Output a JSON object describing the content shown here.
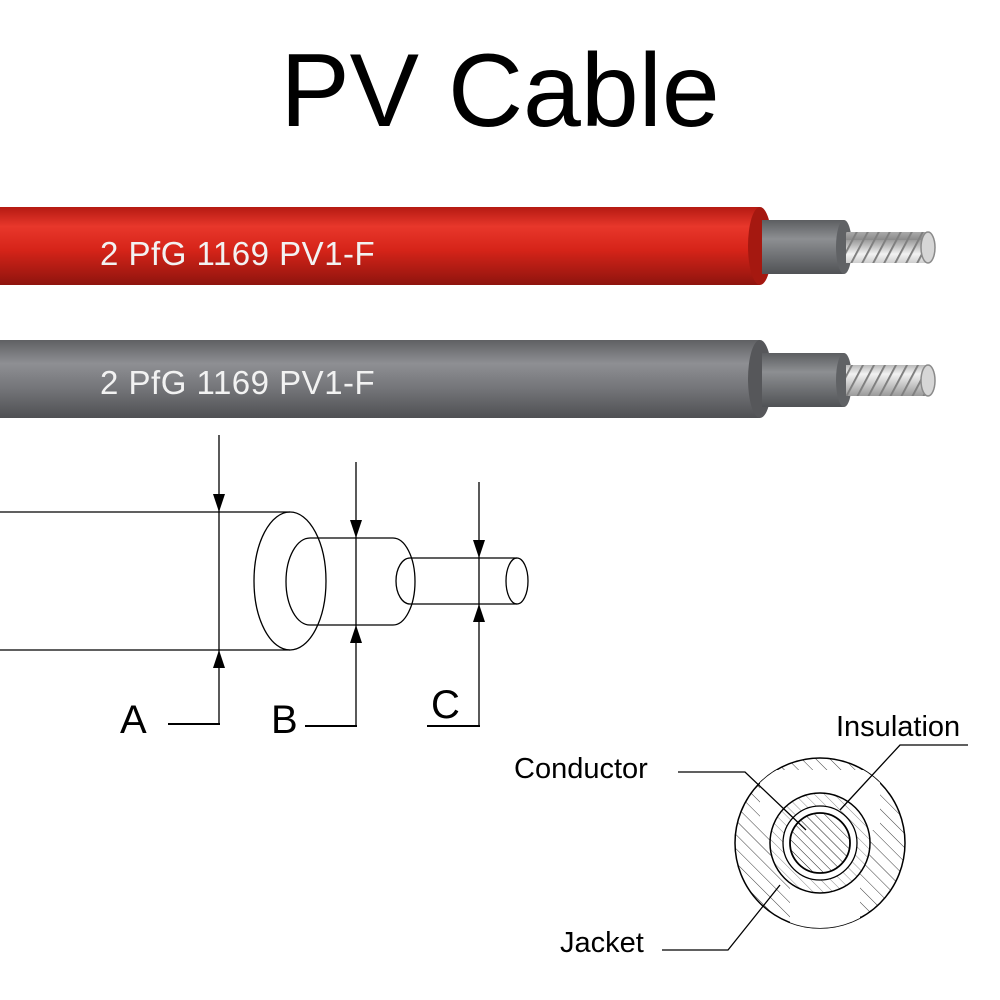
{
  "title": "PV Cable",
  "cables": [
    {
      "id": "red",
      "print": "2 PfG 1169 PV1-F",
      "jacket_color": "#d9261c"
    },
    {
      "id": "gray",
      "print": "2 PfG 1169 PV1-F",
      "jacket_color": "#7a7b7e"
    }
  ],
  "dimensions": {
    "a": "A",
    "b": "B",
    "c": "C"
  },
  "cross_section": {
    "insulation": "Insulation",
    "conductor": "Conductor",
    "jacket": "Jacket"
  },
  "colors": {
    "insulation_gray": "#76787b",
    "strand_silver": "#c9c9c9"
  }
}
